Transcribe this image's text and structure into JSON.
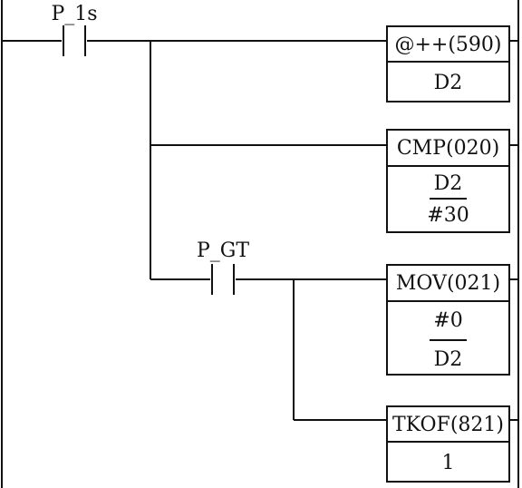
{
  "diagram": {
    "contacts": [
      {
        "id": "c1",
        "label": "P_1s"
      },
      {
        "id": "c2",
        "label": "P_GT"
      }
    ],
    "instructions": [
      {
        "id": "i1",
        "name": "@++(590)",
        "operands": [
          "D2"
        ]
      },
      {
        "id": "i2",
        "name": "CMP(020)",
        "operands": [
          "D2",
          "#30"
        ]
      },
      {
        "id": "i3",
        "name": "MOV(021)",
        "operands": [
          "#0",
          "D2"
        ]
      },
      {
        "id": "i4",
        "name": "TKOF(821)",
        "operands": [
          "1"
        ]
      }
    ]
  },
  "colors": {
    "line": "#111111",
    "background": "#ffffff"
  }
}
